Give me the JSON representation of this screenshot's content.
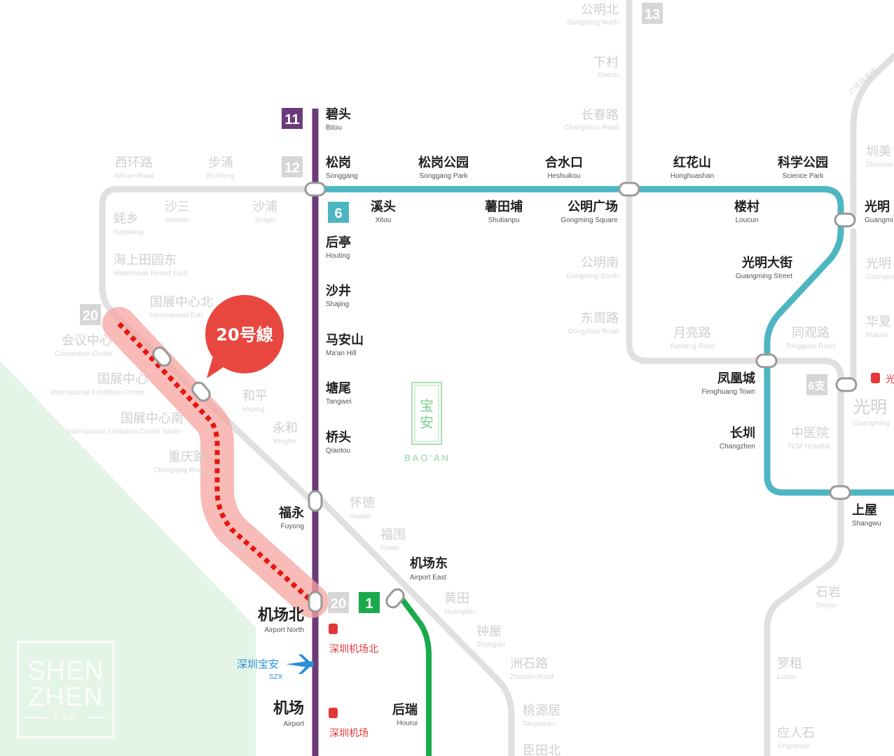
{
  "map": {
    "colors": {
      "line11": "#6b3a78",
      "line6": "#4db6c2",
      "line1": "#1aaa4a",
      "line20_highlight": "#f5a4a0",
      "line20_dots": "#e3170f",
      "callout": "#e8473f",
      "green_area": "#e4f4e6",
      "inactive_line": "#e0e0e0"
    },
    "callout": {
      "label": "20号線"
    },
    "district": {
      "zh_1": "宝",
      "zh_2": "安",
      "en": "BAO'AN"
    },
    "logo": {
      "line1": "SHEN",
      "line2": "ZHEN",
      "line3": "FAN"
    },
    "line_badges": [
      {
        "id": "b11",
        "label": "11"
      },
      {
        "id": "b12",
        "label": "12"
      },
      {
        "id": "b6",
        "label": "6"
      },
      {
        "id": "b13",
        "label": "13"
      },
      {
        "id": "b20a",
        "label": "20"
      },
      {
        "id": "b20b",
        "label": "20"
      },
      {
        "id": "b1",
        "label": "1"
      },
      {
        "id": "b6b",
        "label": "6支"
      }
    ],
    "stations": [
      {
        "zh": "碧头",
        "en": "Bitou"
      },
      {
        "zh": "松岗",
        "en": "Songgang"
      },
      {
        "zh": "松岗公园",
        "en": "Songgang Park"
      },
      {
        "zh": "合水口",
        "en": "Heshuikou"
      },
      {
        "zh": "红花山",
        "en": "Honghuashan"
      },
      {
        "zh": "科学公园",
        "en": "Science Park"
      },
      {
        "zh": "溪头",
        "en": "Xitou"
      },
      {
        "zh": "薯田埔",
        "en": "Shutianpu"
      },
      {
        "zh": "公明广场",
        "en": "Gongming Square"
      },
      {
        "zh": "楼村",
        "en": "Loucun"
      },
      {
        "zh": "光明",
        "en": "Guangmi"
      },
      {
        "zh": "后亭",
        "en": "Houting"
      },
      {
        "zh": "沙井",
        "en": "Shajing"
      },
      {
        "zh": "马安山",
        "en": "Ma'an Hill"
      },
      {
        "zh": "塘尾",
        "en": "Tangwei"
      },
      {
        "zh": "桥头",
        "en": "Qiaotou"
      },
      {
        "zh": "福永",
        "en": "Fuyong"
      },
      {
        "zh": "机场北",
        "en": "Airport North"
      },
      {
        "zh": "机场",
        "en": "Airport"
      },
      {
        "zh": "机场东",
        "en": "Airport East"
      },
      {
        "zh": "后瑞",
        "en": "Hourui"
      },
      {
        "zh": "光明大街",
        "en": "Guangming Street"
      },
      {
        "zh": "凤凰城",
        "en": "Fenghuang Town"
      },
      {
        "zh": "长圳",
        "en": "Changzhen"
      },
      {
        "zh": "上屋",
        "en": "Shangwu"
      }
    ],
    "grey_stations": [
      {
        "zh": "公明北",
        "en": "Gongming North"
      },
      {
        "zh": "下村",
        "en": "Xiacun"
      },
      {
        "zh": "长春路",
        "en": "Changchun Road"
      },
      {
        "zh": "西环路",
        "en": "Xihuan Road"
      },
      {
        "zh": "步涌",
        "en": "Buchong"
      },
      {
        "zh": "沙三",
        "en": "Shasan"
      },
      {
        "zh": "沙浦",
        "en": "Shapu"
      },
      {
        "zh": "蚝乡",
        "en": "Haoxiang"
      },
      {
        "zh": "海上田园东",
        "en": "Waterlands Resort East"
      },
      {
        "zh": "国展中心北",
        "en": "International Exh"
      },
      {
        "zh": "会议中心",
        "en": "Convention Center"
      },
      {
        "zh": "国展中心",
        "en": "International Exhibition Center"
      },
      {
        "zh": "国展中心南",
        "en": "International Exhibition Center South"
      },
      {
        "zh": "重庆路",
        "en": "Chongqing Road"
      },
      {
        "zh": "和平",
        "en": "Heping"
      },
      {
        "zh": "永和",
        "en": "Yonghe"
      },
      {
        "zh": "怀德",
        "en": "Huaide"
      },
      {
        "zh": "福围",
        "en": "Fuwei"
      },
      {
        "zh": "黄田",
        "en": "Huangtian"
      },
      {
        "zh": "钟屋",
        "en": "Zhongwu"
      },
      {
        "zh": "洲石路",
        "en": "Zhoushi Road"
      },
      {
        "zh": "桃源居",
        "en": "Taoyuanju"
      },
      {
        "zh": "臣田北",
        "en": ""
      },
      {
        "zh": "公明南",
        "en": "Gongming South"
      },
      {
        "zh": "东周路",
        "en": "Dongzhou Road"
      },
      {
        "zh": "月亮路",
        "en": "Yueliang Road"
      },
      {
        "zh": "同观路",
        "en": "Tongguan Road"
      },
      {
        "zh": "华夏",
        "en": "Huaxia"
      },
      {
        "zh": "圳美",
        "en": "Zhenmei"
      },
      {
        "zh": "光明",
        "en": "Guangmi"
      },
      {
        "zh": "中医院",
        "en": "TCM Hospital"
      },
      {
        "zh": "光明",
        "en": "Guangming"
      },
      {
        "zh": "石岩",
        "en": "Shiyan"
      },
      {
        "zh": "罗租",
        "en": "Luozu"
      },
      {
        "zh": "应人石",
        "en": "Yingrenshi"
      }
    ],
    "rail": {
      "airport_north_rail": "深圳机场北",
      "airport_rail": "深圳机场",
      "partial_rail": "光"
    },
    "airport": {
      "zh": "深圳宝安",
      "code": "SZX"
    },
    "line20_diag_label": "二十号线",
    "line6_diag_label": "六号线支线"
  }
}
